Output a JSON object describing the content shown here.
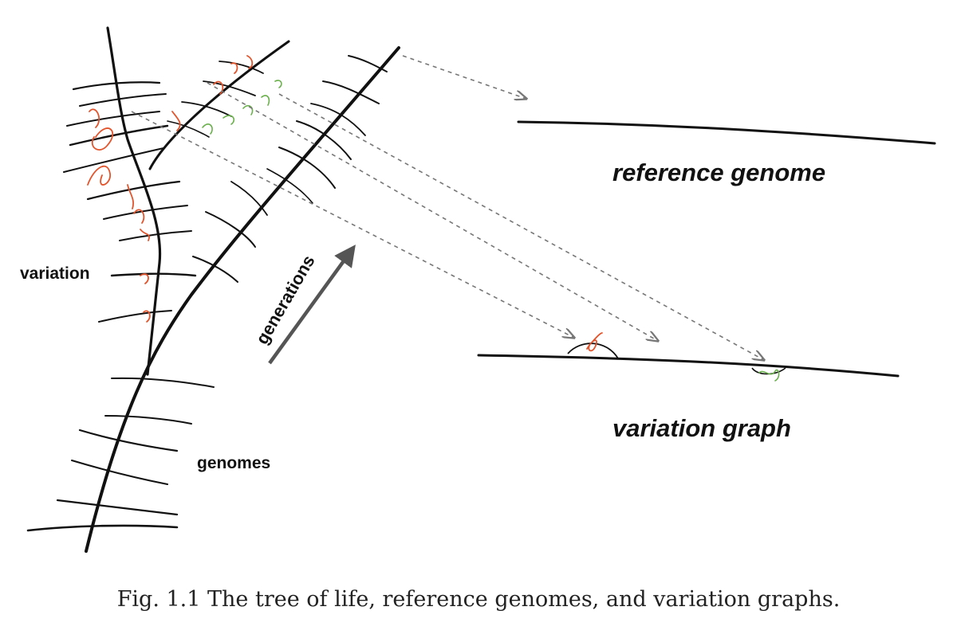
{
  "labels": {
    "variation": "variation",
    "genomes": "genomes",
    "generations": "generations",
    "reference_genome": "reference genome",
    "variation_graph": "variation graph"
  },
  "caption": "Fig. 1.1 The tree of life, reference genomes, and variation graphs.",
  "colors": {
    "ink": "#111111",
    "variant_red": "#e2542c",
    "variant_green": "#6ab04c",
    "arrow": "#555555",
    "dashed_arrow": "#777777"
  }
}
